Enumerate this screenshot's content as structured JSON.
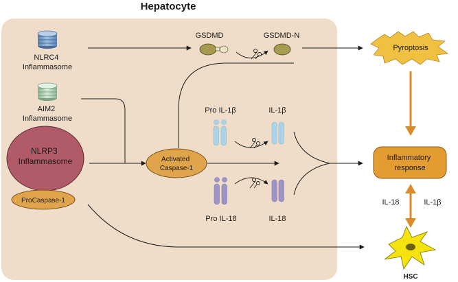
{
  "title": "Hepatocyte",
  "nodes": {
    "nlrc4": {
      "line1": "NLRC4",
      "line2": "Inflammasome"
    },
    "aim2": {
      "line1": "AIM2",
      "line2": "Inflammasome"
    },
    "nlrp3": {
      "line1": "NLRP3",
      "line2": "Inflammasome"
    },
    "procaspase": "ProCaspase-1",
    "caspase": {
      "line1": "Activated",
      "line2": "Caspase-1"
    },
    "gsdmd": "GSDMD",
    "gsdmd_n": "GSDMD-N",
    "pro_il1b": "Pro IL-1β",
    "il1b": "IL-1β",
    "pro_il18": "Pro IL-18",
    "il18": "IL-18",
    "pyroptosis": "Pyroptosis",
    "inflammatory": {
      "line1": "Inflammatory",
      "line2": "response"
    },
    "hsc": "HSC",
    "edge_il18": "IL-18",
    "edge_il1b": "IL-1β"
  },
  "colors": {
    "cell_bg": "#f0ddc9",
    "nlrp3_fill": "#b25b68",
    "caspase_fill": "#e0a54a",
    "pyroptosis_fill": "#f0c040",
    "inflammatory_fill": "#e39c31",
    "hsc_fill": "#f5e20f",
    "gsdmd_fill": "#a89b50",
    "il1b_fill": "#aad4e6",
    "il18_fill": "#9f94c6",
    "orange_arrow": "#d98d2a",
    "black_arrow": "#1a1a1a"
  }
}
